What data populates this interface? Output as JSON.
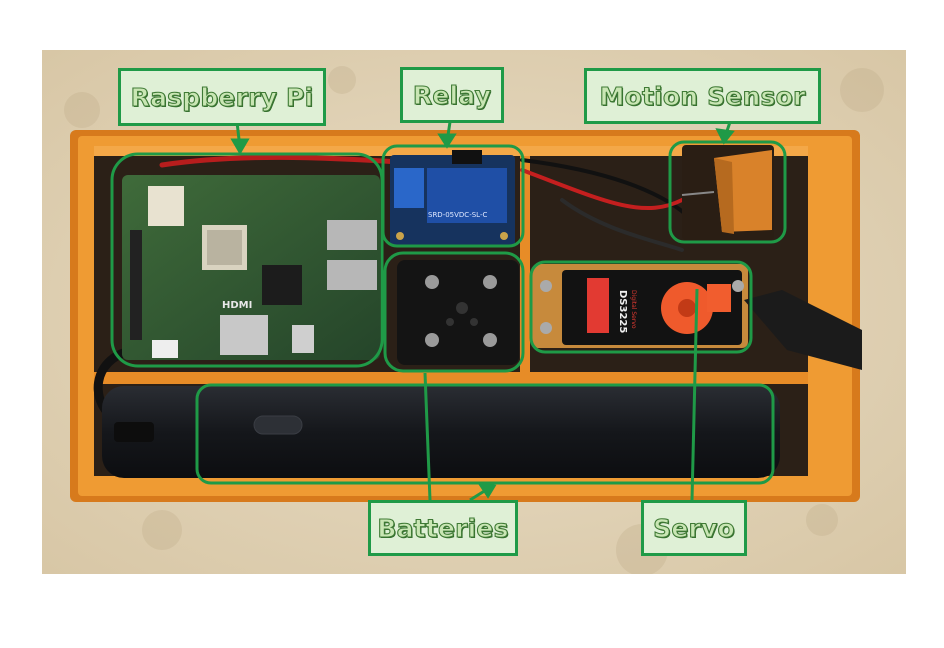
{
  "labels": {
    "raspberry_pi": "Raspberry Pi",
    "relay": "Relay",
    "motion_sensor": "Motion Sensor",
    "batteries": "Batteries",
    "servo": "Servo"
  },
  "board_text": {
    "hdmi": "HDMI",
    "relay_model": "SRD-05VDC-SL-C",
    "servo_model": "DS3225",
    "servo_sub": "Digital Servo"
  },
  "colors": {
    "outline": "#1f9a47",
    "label_bg": "#dff0d6",
    "enclosure": "#e58a22"
  }
}
